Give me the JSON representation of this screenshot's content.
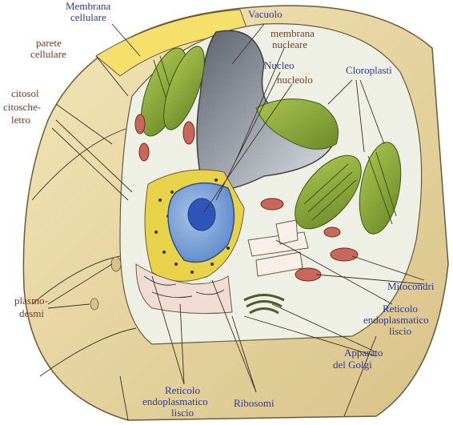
{
  "labels": {
    "membrana_cellulare": [
      "Membrana",
      "cellulare"
    ],
    "parete_cellulare": [
      "parete",
      "cellulare"
    ],
    "citosol": "citosol",
    "citoscheletro": [
      "citosche-",
      "letro"
    ],
    "vacuolo": "Vacuolo",
    "membrana_nucleare": [
      "membrana",
      "nucleare"
    ],
    "nucleo": "Nucleo",
    "nucleolo": "nucleolo",
    "cloroplasti": "Cloroplasti",
    "mitocondri": "Mitocondri",
    "reticolo_liscio_right": [
      "Reticolo",
      "endoplasmatico",
      "liscio"
    ],
    "apparato_golgi": [
      "Apparato",
      "del Golgi"
    ],
    "plasmodesmi": [
      "plasmo-",
      "desmi"
    ],
    "reticolo_liscio_bottom": [
      "Reticolo",
      "endoplasmatico",
      "liscio"
    ],
    "ribosomi": "Ribosomi"
  },
  "colors": {
    "blue_label": "#2b3a9a",
    "brown_label": "#7a3a22",
    "cell_wall": "#e8d7a0",
    "vacuole": "#8a8f98",
    "chloroplast": "#8fae3a",
    "nucleus": "#5a86c8",
    "mitochondria": "#c8685a",
    "er": "#e8d24a"
  }
}
